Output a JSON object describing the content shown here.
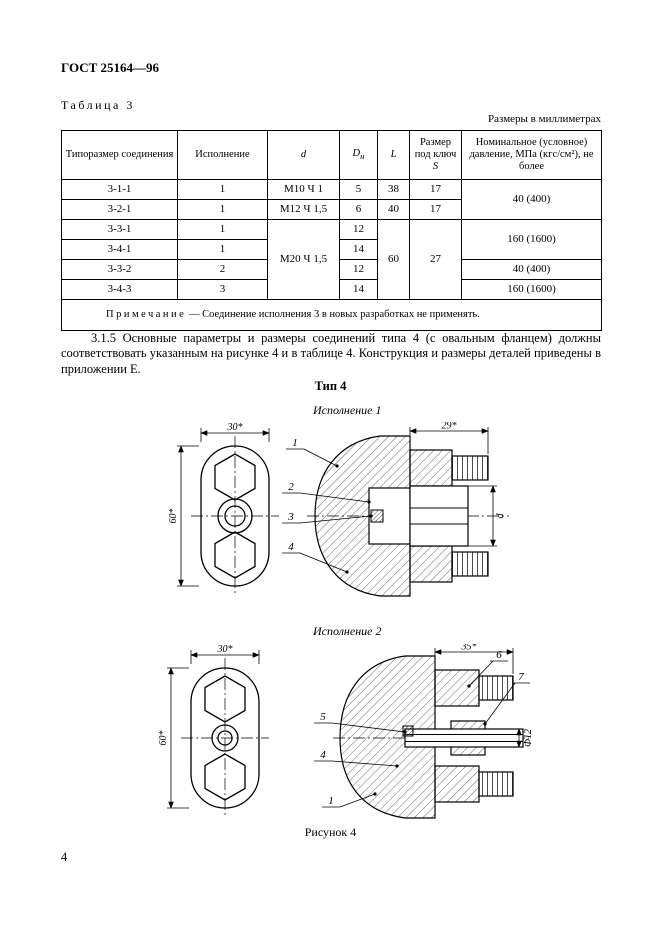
{
  "page": {
    "gost_number": "ГОСТ 25164—96",
    "page_number": "4"
  },
  "table3": {
    "label": "Таблица 3",
    "units_note": "Размеры в миллиметрах",
    "headers": {
      "typorazmer": "Типоразмер соединения",
      "ispolnenie": "Исполнение",
      "d": "d",
      "dn_base": "D",
      "dn_sub": "н",
      "l": "L",
      "wrench_pre": "Размер под ключ",
      "wrench_s": "S",
      "pressure": "Номинальное (условное) давление, МПа (кгс/см²), не более"
    },
    "rows": {
      "r1": {
        "size": "3-1-1",
        "isp": "1",
        "d": "М10 Ч 1",
        "dn": "5",
        "l": "38",
        "s": "17"
      },
      "r2": {
        "size": "3-2-1",
        "isp": "1",
        "d": "М12 Ч 1,5",
        "dn": "6",
        "l": "40",
        "s": "17"
      },
      "r3": {
        "size": "3-3-1",
        "isp": "1",
        "dn": "12"
      },
      "r4": {
        "size": "3-4-1",
        "isp": "1",
        "dn": "14"
      },
      "r5": {
        "size": "3-3-2",
        "isp": "2",
        "dn": "12"
      },
      "r6": {
        "size": "3-4-3",
        "isp": "3",
        "dn": "14"
      },
      "d_group": "М20 Ч 1,5",
      "l_group": "60",
      "s_group": "27",
      "pressure_r12": "40 (400)",
      "pressure_r34": "160 (1600)",
      "pressure_r5": "40 (400)",
      "pressure_r6": "160 (1600)"
    },
    "note_label": "Примечание",
    "note_text": "— Соединение исполнения 3 в новых разработках не применять."
  },
  "body_text": {
    "para_3_1_5": "3.1.5 Основные параметры и размеры соединений типа 4 (с овальным фланцем) должны соответствовать указанным на рисунке 4 и в таблице 4. Конструкция и размеры деталей приведены в приложении Е."
  },
  "figure": {
    "type_label": "Тип 4",
    "variant1_label": "Исполнение 1",
    "variant2_label": "Исполнение 2",
    "caption": "Рисунок 4",
    "fig1": {
      "dim_width": "30*",
      "dim_height": "60*",
      "dim_section_width": "29*",
      "dim_d": "d",
      "callout_1": "1",
      "callout_2": "2",
      "callout_3": "3",
      "callout_4": "4"
    },
    "fig2": {
      "dim_width": "30*",
      "dim_height": "60*",
      "dim_section_width": "35*",
      "dim_phi": "Ф12",
      "callout_6": "6",
      "callout_7": "7",
      "callout_5": "5",
      "callout_4": "4",
      "callout_1": "1"
    }
  }
}
